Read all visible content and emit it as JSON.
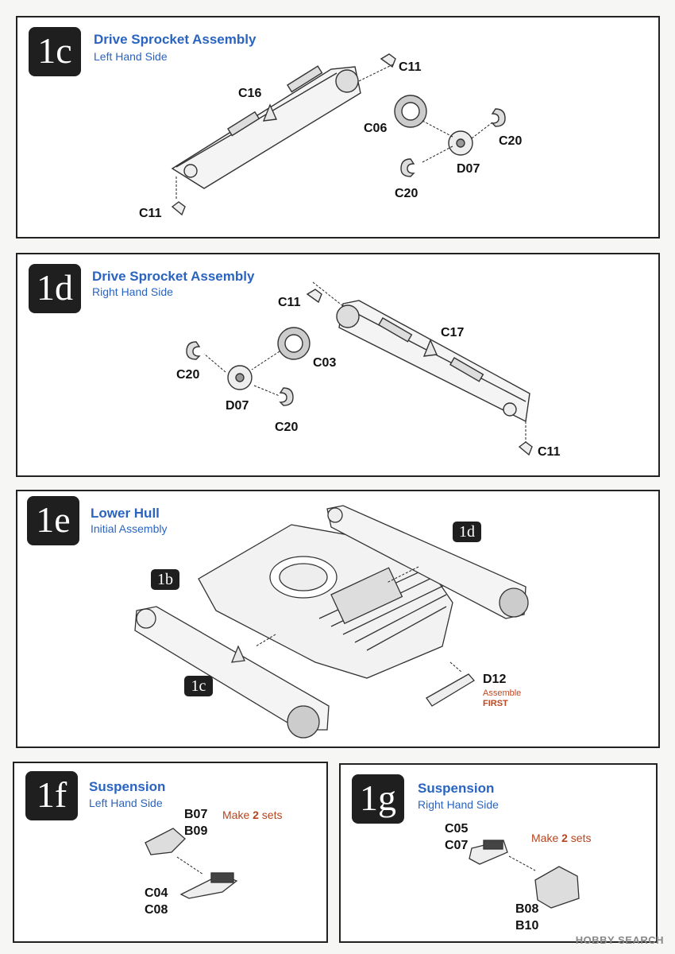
{
  "steps": [
    {
      "badge": "1c",
      "title": "Drive Sprocket Assembly",
      "subtitle": "Left Hand Side",
      "labels": {
        "c11_top": "C11",
        "c16": "C16",
        "c06": "C06",
        "c20_right": "C20",
        "d07": "D07",
        "c20_left": "C20",
        "c11_bottom": "C11"
      }
    },
    {
      "badge": "1d",
      "title": "Drive Sprocket Assembly",
      "subtitle": "Right Hand Side",
      "labels": {
        "c11_top": "C11",
        "c17": "C17",
        "c03": "C03",
        "c20_left": "C20",
        "d07": "D07",
        "c20_bottom": "C20",
        "c11_bottom": "C11"
      }
    },
    {
      "badge": "1e",
      "title": "Lower Hull",
      "subtitle": "Initial Assembly",
      "refs": {
        "r1d": "1d",
        "r1b": "1b",
        "r1c": "1c"
      },
      "labels": {
        "d12": "D12",
        "assemble": "Assemble",
        "first": "FIRST"
      }
    },
    {
      "badge": "1f",
      "title": "Suspension",
      "subtitle": "Left Hand Side",
      "labels": {
        "b07": "B07",
        "b09": "B09",
        "c04": "C04",
        "c08": "C08"
      },
      "note": {
        "prefix": "Make ",
        "count": "2",
        "suffix": " sets"
      }
    },
    {
      "badge": "1g",
      "title": "Suspension",
      "subtitle": "Right Hand Side",
      "labels": {
        "c05": "C05",
        "c07": "C07",
        "b08": "B08",
        "b10": "B10"
      },
      "note": {
        "prefix": "Make ",
        "count": "2",
        "suffix": " sets"
      }
    }
  ],
  "watermark": "HOBBY SEARCH"
}
